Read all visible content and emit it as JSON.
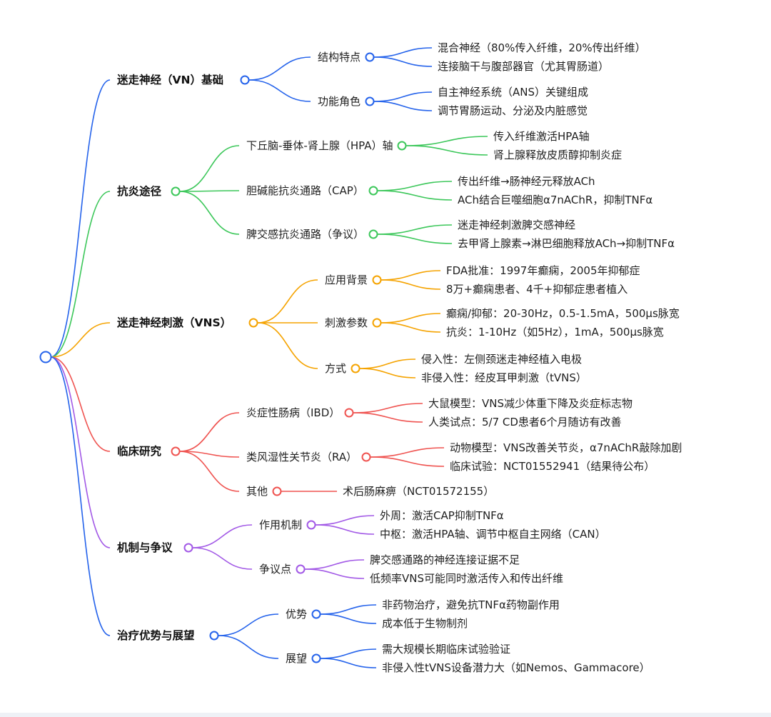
{
  "colors": {
    "blue": "#2563eb",
    "green": "#3cc75a",
    "orange": "#f5a300",
    "red": "#ef5350",
    "purple": "#a259e6"
  },
  "branches": [
    {
      "label": "迷走神经（VN）基础",
      "color": "blue",
      "children": [
        {
          "label": "结构特点",
          "children": [
            "混合神经（80%传入纤维，20%传出纤维）",
            "连接脑干与腹部器官（尤其胃肠道）"
          ]
        },
        {
          "label": "功能角色",
          "children": [
            "自主神经系统（ANS）关键组成",
            "调节胃肠运动、分泌及内脏感觉"
          ]
        }
      ]
    },
    {
      "label": "抗炎途径",
      "color": "green",
      "children": [
        {
          "label": "下丘脑-垂体-肾上腺（HPA）轴",
          "children": [
            "传入纤维激活HPA轴",
            "肾上腺释放皮质醇抑制炎症"
          ]
        },
        {
          "label": "胆碱能抗炎通路（CAP）",
          "children": [
            "传出纤维→肠神经元释放ACh",
            "ACh结合巨噬细胞α7nAChR，抑制TNFα"
          ]
        },
        {
          "label": "脾交感抗炎通路（争议）",
          "children": [
            "迷走神经刺激脾交感神经",
            "去甲肾上腺素→淋巴细胞释放ACh→抑制TNFα"
          ]
        }
      ]
    },
    {
      "label": "迷走神经刺激（VNS）",
      "color": "orange",
      "children": [
        {
          "label": "应用背景",
          "children": [
            "FDA批准：1997年癫痫，2005年抑郁症",
            "8万+癫痫患者、4千+抑郁症患者植入"
          ]
        },
        {
          "label": "刺激参数",
          "children": [
            "癫痫/抑郁：20-30Hz，0.5-1.5mA，500µs脉宽",
            "抗炎：1-10Hz（如5Hz），1mA，500µs脉宽"
          ]
        },
        {
          "label": "方式",
          "children": [
            "侵入性：左侧颈迷走神经植入电极",
            "非侵入性：经皮耳甲刺激（tVNS）"
          ]
        }
      ]
    },
    {
      "label": "临床研究",
      "color": "red",
      "children": [
        {
          "label": "炎症性肠病（IBD）",
          "children": [
            "大鼠模型：VNS减少体重下降及炎症标志物",
            "人类试点：5/7 CD患者6个月随访有改善"
          ]
        },
        {
          "label": "类风湿性关节炎（RA）",
          "children": [
            "动物模型：VNS改善关节炎，α7nAChR敲除加剧",
            "临床试验：NCT01552941（结果待公布）"
          ]
        },
        {
          "label": "其他",
          "children": [
            "术后肠麻痹（NCT01572155）"
          ]
        }
      ]
    },
    {
      "label": "机制与争议",
      "color": "purple",
      "children": [
        {
          "label": "作用机制",
          "children": [
            "外周：激活CAP抑制TNFα",
            "中枢：激活HPA轴、调节中枢自主网络（CAN）"
          ]
        },
        {
          "label": "争议点",
          "children": [
            "脾交感通路的神经连接证据不足",
            "低频率VNS可能同时激活传入和传出纤维"
          ]
        }
      ]
    },
    {
      "label": "治疗优势与展望",
      "color": "blue",
      "children": [
        {
          "label": "优势",
          "children": [
            "非药物治疗，避免抗TNFα药物副作用",
            "成本低于生物制剂"
          ]
        },
        {
          "label": "展望",
          "children": [
            "需大规模长期临床试验验证",
            "非侵入性tVNS设备潜力大（如Nemos、Gammacore）"
          ]
        }
      ]
    }
  ]
}
